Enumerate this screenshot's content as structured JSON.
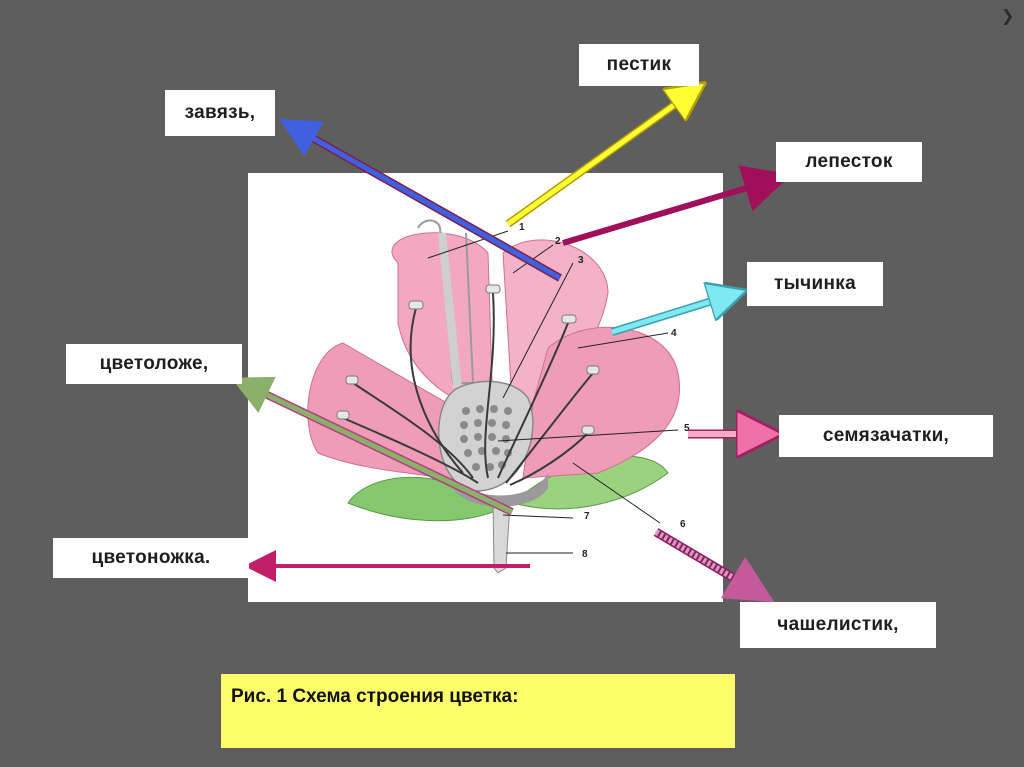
{
  "labels": {
    "pestik": "пестик",
    "zavyaz": "завязь,",
    "lepestok": "лепесток",
    "tychinka": "тычинка",
    "cvetolozhe": "цветоложе,",
    "semyazachatki": "семязачатки,",
    "cvetonozhka": "цветоножка.",
    "chashelistik": "чашелистик,"
  },
  "numbers": [
    "1",
    "2",
    "3",
    "4",
    "5",
    "6",
    "7",
    "8"
  ],
  "caption": "Рис. 1  Схема строения цветка:",
  "colors": {
    "background": "#5e5e5e",
    "caption_bg": "#ffff6b",
    "petal": "#f0a6bf",
    "leaf": "#7fc46a",
    "arrow_pestik": "#ffff33",
    "arrow_zavyaz": "#4060e0",
    "arrow_lepestok": "#a0105a",
    "arrow_tychinka": "#7fe8f0",
    "arrow_cvetolozhe": "#8ab06a",
    "arrow_semyazachatki": "#f070a8",
    "arrow_cvetonozhka": "#c02068",
    "arrow_chashelistik": "#c45a9a"
  }
}
